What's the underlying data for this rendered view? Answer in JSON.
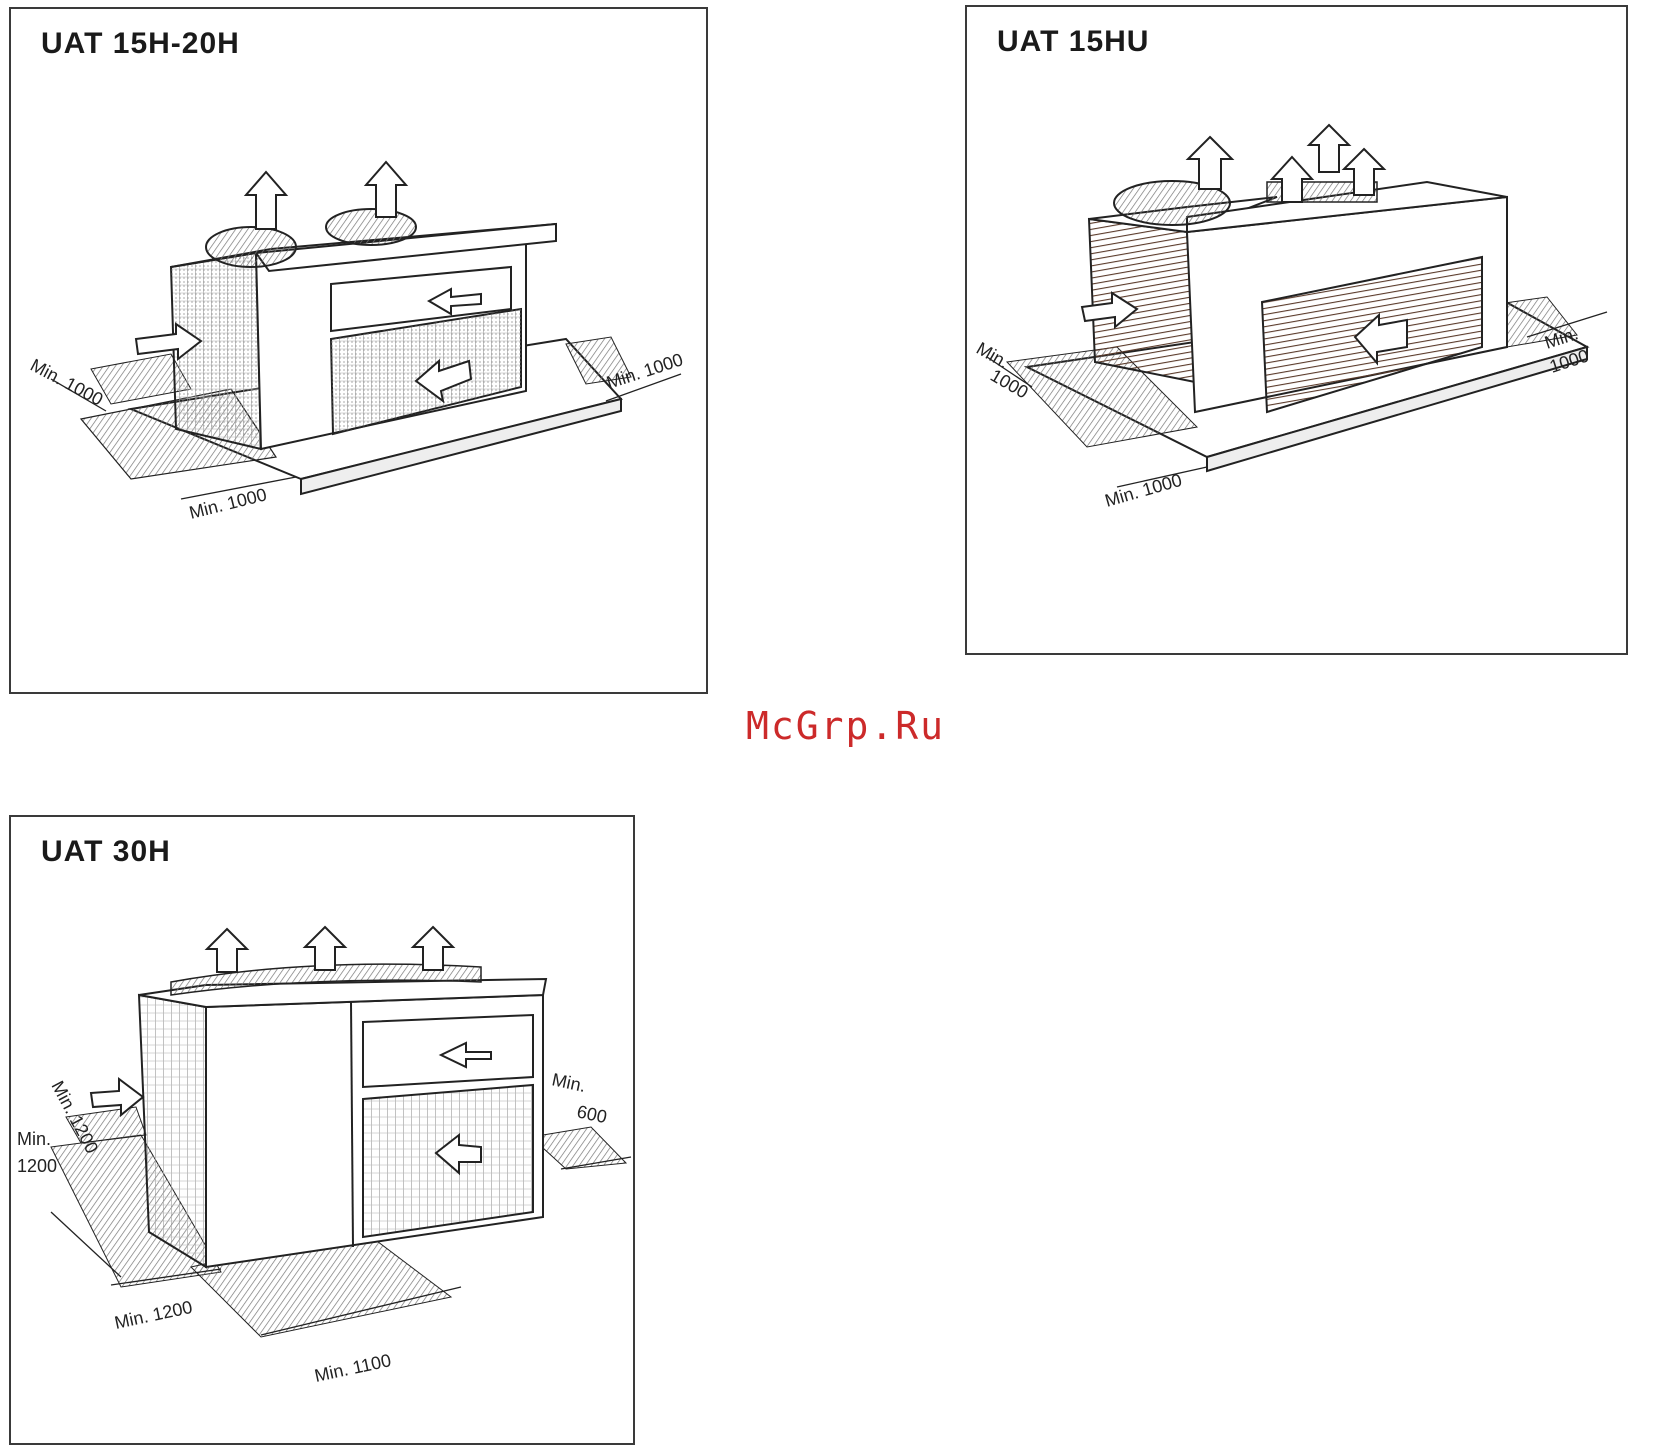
{
  "panels": [
    {
      "title": "UAT  15H-20H",
      "dimensions": [
        "Min. 1000",
        "Min. 1000",
        "Min. 1000"
      ]
    },
    {
      "title": "UAT  15HU",
      "dimensions": [
        "Min.",
        "1000",
        "Min.",
        "1000",
        "Min. 1000"
      ]
    },
    {
      "title": "UAT 30H",
      "dimensions": [
        "Min. 1200",
        "Min.",
        "1200",
        "Min.",
        "600",
        "Min. 1200",
        "Min. 1100"
      ]
    }
  ],
  "watermark": "McGrp.Ru",
  "colors": {
    "line": "#222222",
    "hatch": "#9a9a9a",
    "watermark": "#cc2a2a"
  }
}
